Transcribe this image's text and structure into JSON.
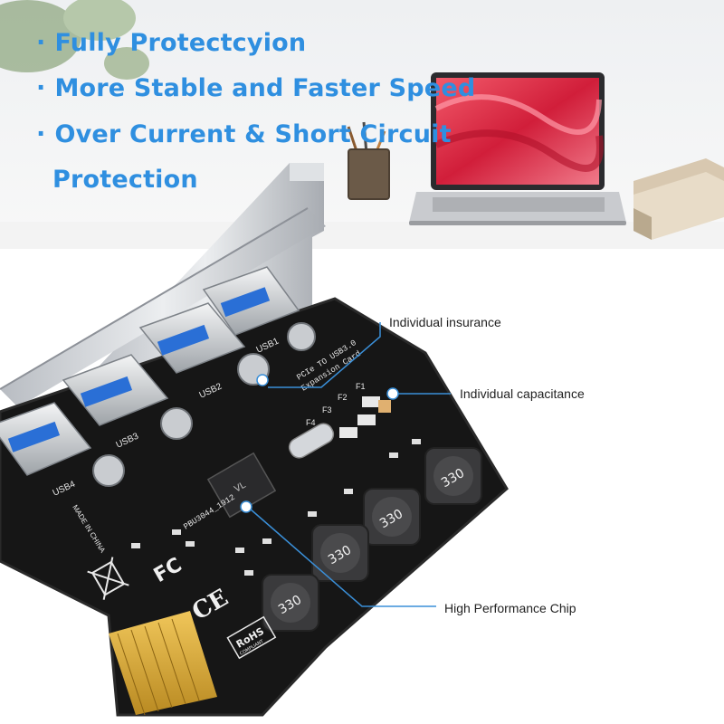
{
  "features": [
    {
      "bullet": "·",
      "text": "Fully Protectcyion"
    },
    {
      "bullet": "·",
      "text": "More Stable and Faster Speed"
    },
    {
      "bullet": "·",
      "text": "Over Current & Short Circuit"
    },
    {
      "bullet": "",
      "text": "Protection"
    }
  ],
  "callouts": {
    "insurance": "Individual insurance",
    "capacitance": "Individual capacitance",
    "chip": "High Performance Chip"
  },
  "board_markings": {
    "usb_labels": [
      "USB1",
      "USB2",
      "USB3",
      "USB4"
    ],
    "inductor_value": "330",
    "chip_label": "PBU3044_1912",
    "silk_title_1": "PCIe TO USB3.0",
    "silk_title_2": "Expansion Card",
    "fuses": [
      "F1",
      "F2",
      "F3",
      "F4"
    ],
    "made_in": "MADE IN CHINA",
    "rohs": "RoHS",
    "rohs_sub": "COMPLIANT",
    "fc": "FC",
    "ce": "CE"
  },
  "colors": {
    "accent_text": "#2f8fe0",
    "callout_line": "#3a8fd8",
    "pcb": "#161616",
    "gold": "#d9a63a"
  }
}
